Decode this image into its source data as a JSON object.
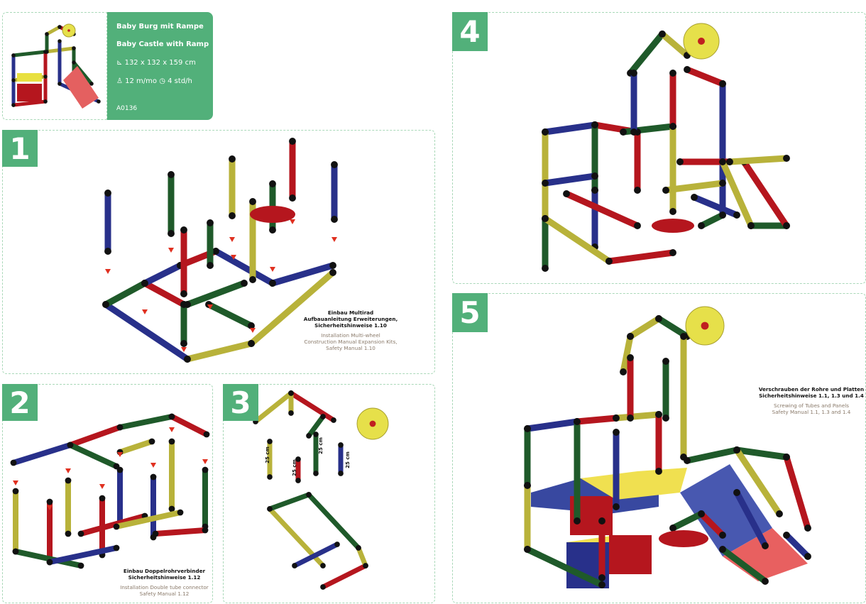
{
  "product": {
    "name_de": "Baby Burg mit Rampe",
    "name_en": "Baby Castle with Ramp",
    "dimensions": "132 x 132 x 159 cm",
    "age": "12 m/mo",
    "time": "4 std/h",
    "code": "A0136"
  },
  "steps": [
    {
      "number": "1",
      "note_de": [
        "Einbau Multirad",
        "Aufbauanleitung Erweiterungen,",
        "Sicherheitshinweise 1.10"
      ],
      "note_en": [
        "Installation Multi-wheel",
        "Construction Manual Expansion Kits,",
        "Safety Manual 1.10"
      ]
    },
    {
      "number": "2",
      "note_de": [
        "Einbau Doppelrohrverbinder",
        "Sicherheitshinweise 1.12"
      ],
      "note_en": [
        "Installation Double tube connector",
        "Safety Manual 1.12"
      ]
    },
    {
      "number": "3",
      "labels": [
        "25 cm",
        "25 cm",
        "25 cm",
        "25 cm"
      ]
    },
    {
      "number": "4"
    },
    {
      "number": "5",
      "note_de": [
        "Verschrauben der Rohre und Platten",
        "Sicherheitshinweise 1.1, 1.3 und 1.4"
      ],
      "note_en": [
        "Screwing of Tubes and Panels",
        "Safety Manual 1.1, 1.3 and 1.4"
      ]
    }
  ],
  "colors": {
    "green": "#52b07a",
    "red": "#b5161e",
    "blue": "#28308a",
    "yellow": "#b8b23a",
    "dkgreen": "#1f5a2a"
  }
}
